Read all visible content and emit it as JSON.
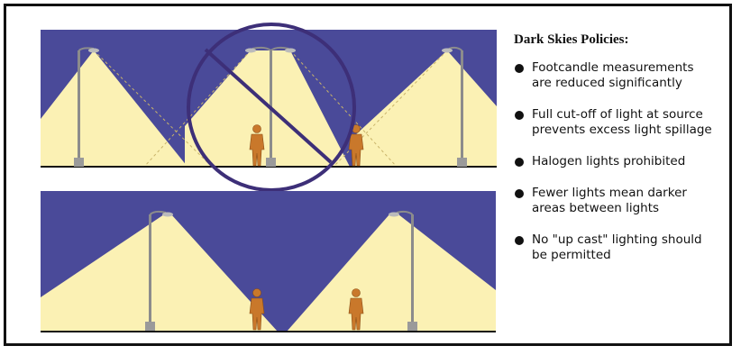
{
  "panel": {
    "title": "Dark Skies Policies:",
    "items": [
      {
        "text_line1": "Footcandle measurements",
        "text_line2": "are reduced significantly"
      },
      {
        "text_line1": "Full cut-off of light at source",
        "text_line2": "prevents excess light spillage"
      },
      {
        "text_line1": "Halogen lights prohibited",
        "text_line2": ""
      },
      {
        "text_line1": "Fewer lights mean darker",
        "text_line2": "areas between lights"
      },
      {
        "text_line1": "No \"up cast\" lighting should",
        "text_line2": "be permitted"
      }
    ]
  },
  "colors": {
    "sky": "#4a4a99",
    "light": "#fbf1b4",
    "pole": "#8c8c8c",
    "figure": "#c9782b",
    "no_symbol": "#3d2f78"
  }
}
